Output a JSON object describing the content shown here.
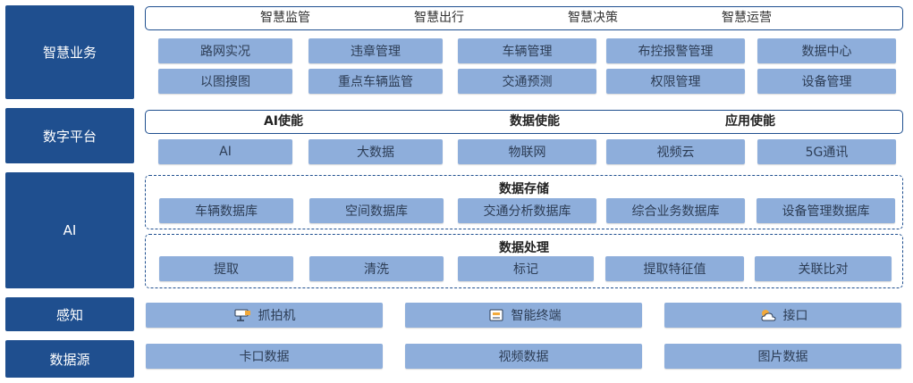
{
  "layers": {
    "business": "智慧业务",
    "platform": "数字平台",
    "ai": "AI",
    "perception": "感知",
    "source": "数据源"
  },
  "business": {
    "header": [
      "智慧监管",
      "智慧出行",
      "智慧决策",
      "智慧运营"
    ],
    "row1": [
      "路网实况",
      "违章管理",
      "车辆管理",
      "布控报警管理",
      "数据中心"
    ],
    "row2": [
      "以图搜图",
      "重点车辆监管",
      "交通预测",
      "权限管理",
      "设备管理"
    ]
  },
  "platform": {
    "header": [
      "AI使能",
      "数据使能",
      "应用使能"
    ],
    "row": [
      "AI",
      "大数据",
      "物联网",
      "视频云",
      "5G通讯"
    ]
  },
  "ai": {
    "storage_title": "数据存储",
    "storage": [
      "车辆数据库",
      "空间数据库",
      "交通分析数据库",
      "综合业务数据库",
      "设备管理数据库"
    ],
    "processing_title": "数据处理",
    "processing": [
      "提取",
      "清洗",
      "标记",
      "提取特征值",
      "关联比对"
    ]
  },
  "perception": {
    "items": [
      {
        "label": "抓拍机",
        "icon": "camera-icon"
      },
      {
        "label": "智能终端",
        "icon": "terminal-icon"
      },
      {
        "label": "接口",
        "icon": "cloud-sun-icon"
      }
    ]
  },
  "source": {
    "items": [
      "卡口数据",
      "视频数据",
      "图片数据"
    ]
  },
  "colors": {
    "layer_bg": "#1f4f8f",
    "cell_bg": "#8eaedb",
    "icon_accent": "#f2a93b"
  }
}
